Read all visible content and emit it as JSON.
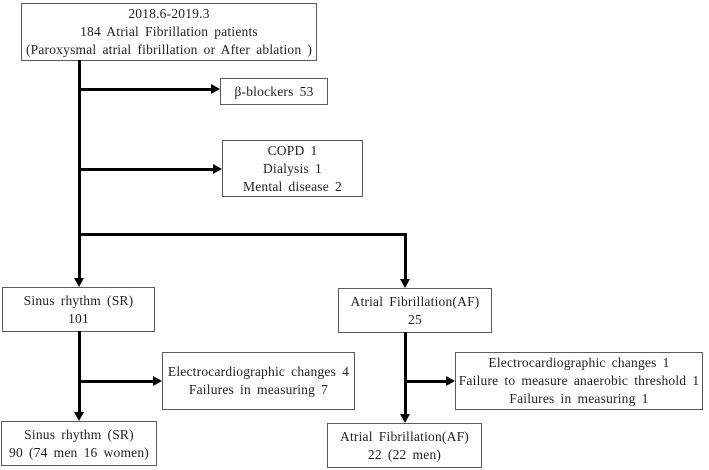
{
  "figure": {
    "description": "Patient selection flow diagram for atrial fibrillation study"
  },
  "boxes": {
    "enrollment": {
      "lines": [
        "2018.6-2019.3",
        "184 Atrial Fibrillation patients",
        "(Paroxysmal atrial fibrillation or After ablation )"
      ]
    },
    "beta_blockers": {
      "lines": [
        "β-blockers 53"
      ]
    },
    "comorbidity_exclusion": {
      "lines": [
        "COPD 1",
        "Dialysis 1",
        "Mental disease 2"
      ]
    },
    "sinus_rhythm": {
      "lines": [
        "Sinus rhythm (SR)",
        "101"
      ]
    },
    "atrial_fibrillation": {
      "lines": [
        "Atrial Fibrillation(AF)",
        "25"
      ]
    },
    "sr_exclusion": {
      "lines": [
        "Electrocardiographic changes 4",
        "Failures in measuring 7"
      ]
    },
    "af_exclusion": {
      "lines": [
        "Electrocardiographic changes 1",
        "Failure to measure anaerobic threshold 1",
        "Failures in measuring 1"
      ]
    },
    "sr_final": {
      "lines": [
        "Sinus rhythm (SR)",
        "90 (74 men 16 women)"
      ]
    },
    "af_final": {
      "lines": [
        "Atrial Fibrillation(AF)",
        "22 (22 men)"
      ]
    }
  },
  "colors": {
    "box_border": "#5a5a5a",
    "connector": "#000000",
    "text": "#1f1f1f",
    "background": "#ffffff"
  }
}
